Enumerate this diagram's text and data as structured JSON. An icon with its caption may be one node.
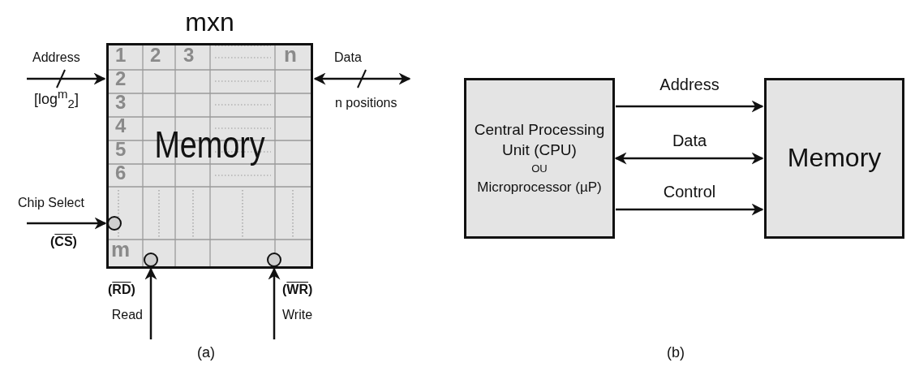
{
  "diagram": {
    "nodes": [
      {
        "text": [
          "mxn",
          "Memory"
        ]
      },
      {
        "text": [],
        "shape": "circle",
        "in": 0,
        "beside": [
          "(CS)"
        ]
      },
      {
        "text": [],
        "shape": "circle",
        "in": 0,
        "beside": [
          "(RD)"
        ]
      },
      {
        "text": [],
        "shape": "circle",
        "in": 0,
        "beside": [
          "(WR)"
        ]
      },
      {
        "text": [
          "Central Processing Unit (CPU)",
          "OU",
          "Microprocessor (µP)"
        ]
      },
      {
        "text": [
          "Memory"
        ]
      }
    ],
    "edges": [
      {
        "from": null,
        "to": 0,
        "arrow": "to",
        "label": "Address"
      },
      {
        "from": null,
        "to": 0,
        "arrow": "both",
        "label": "Data"
      },
      {
        "from": null,
        "to": 1,
        "arrow": "to",
        "label": "Chip Select"
      },
      {
        "from": null,
        "to": 2,
        "arrow": "to",
        "label": "Read"
      },
      {
        "from": null,
        "to": 3,
        "arrow": "to",
        "label": "Write"
      },
      {
        "from": 4,
        "to": 5,
        "arrow": "to",
        "label": "Address"
      },
      {
        "from": 4,
        "to": 5,
        "arrow": "both",
        "label": "Data"
      },
      {
        "from": 4,
        "to": 5,
        "arrow": "to",
        "label": "Control"
      }
    ],
    "labels": [
      "1",
      "2",
      "3",
      "n",
      "2",
      "3",
      "4",
      "5",
      "6",
      "m",
      "[log$^{m}$$_{2}$]",
      "n positions",
      "(a)",
      "(b)"
    ]
  }
}
